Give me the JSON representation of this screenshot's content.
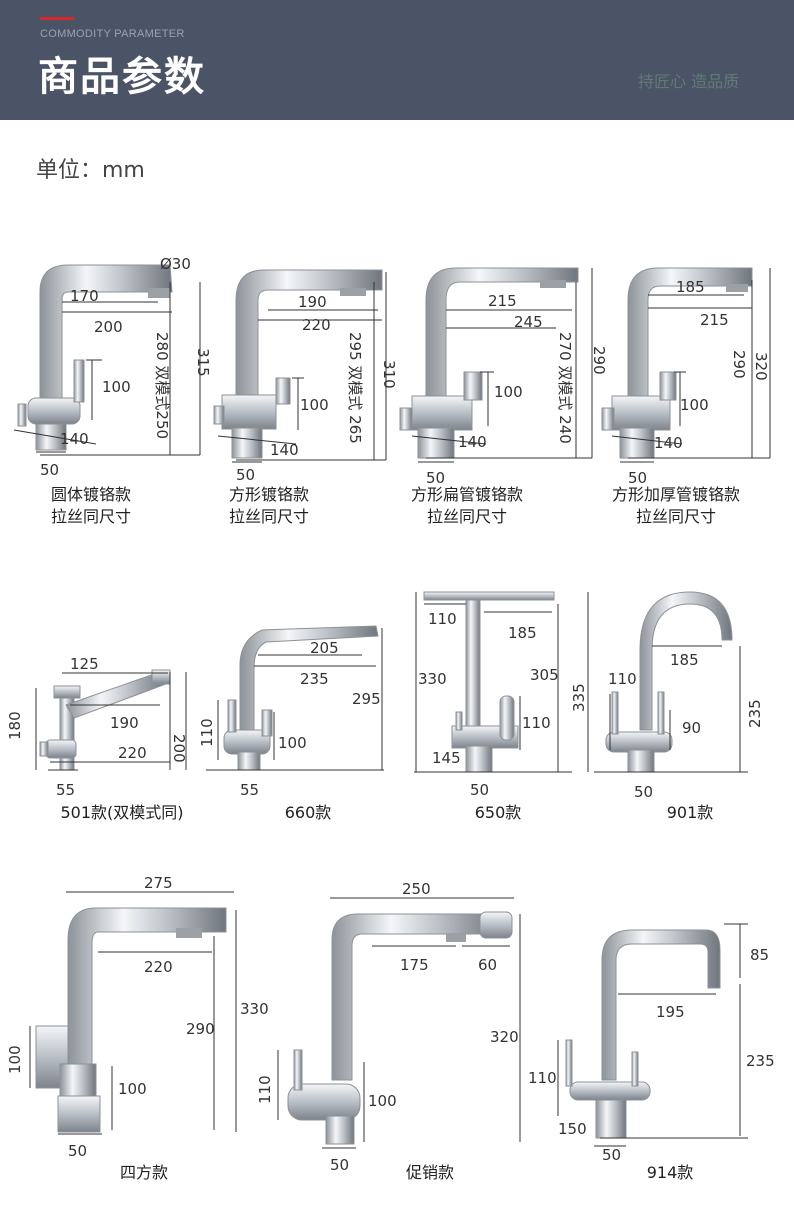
{
  "header": {
    "subtitle": "COMMODITY PARAMETER",
    "title": "商品参数",
    "slogan": "持匠心 造品质",
    "accent": "#d9262c",
    "background": "#4b5466"
  },
  "unit_label": "单位：mm",
  "products": [
    {
      "name": "圆体镀铬款",
      "note": "拉丝同尺寸",
      "dims": [
        "Ø30",
        "170",
        "200",
        "280 双模式250",
        "315",
        "100",
        "140",
        "50"
      ]
    },
    {
      "name": "方形镀铬款",
      "note": "拉丝同尺寸",
      "dims": [
        "190",
        "220",
        "295 双模式 265",
        "310",
        "100",
        "140",
        "50"
      ]
    },
    {
      "name": "方形扁管镀铬款",
      "note": "拉丝同尺寸",
      "dims": [
        "215",
        "245",
        "270 双模式 240",
        "290",
        "100",
        "140",
        "50"
      ]
    },
    {
      "name": "方形加厚管镀铬款",
      "note": "拉丝同尺寸",
      "dims": [
        "185",
        "215",
        "290",
        "320",
        "100",
        "140",
        "50"
      ]
    },
    {
      "name": "501款(双模式同)",
      "dims": [
        "125",
        "190",
        "220",
        "180",
        "200",
        "55"
      ]
    },
    {
      "name": "660款",
      "dims": [
        "205",
        "235",
        "295",
        "110",
        "100",
        "55"
      ]
    },
    {
      "name": "650款",
      "dims": [
        "110",
        "185",
        "330",
        "305",
        "110",
        "145",
        "50"
      ]
    },
    {
      "name": "901款",
      "dims": [
        "185",
        "110",
        "90",
        "335",
        "235",
        "50"
      ]
    },
    {
      "name": "四方款",
      "dims": [
        "275",
        "220",
        "290",
        "330",
        "100",
        "100",
        "50"
      ]
    },
    {
      "name": "促销款",
      "dims": [
        "250",
        "175",
        "60",
        "320",
        "110",
        "100",
        "50"
      ]
    },
    {
      "name": "914款",
      "dims": [
        "85",
        "195",
        "235",
        "110",
        "150",
        "50"
      ]
    }
  ]
}
